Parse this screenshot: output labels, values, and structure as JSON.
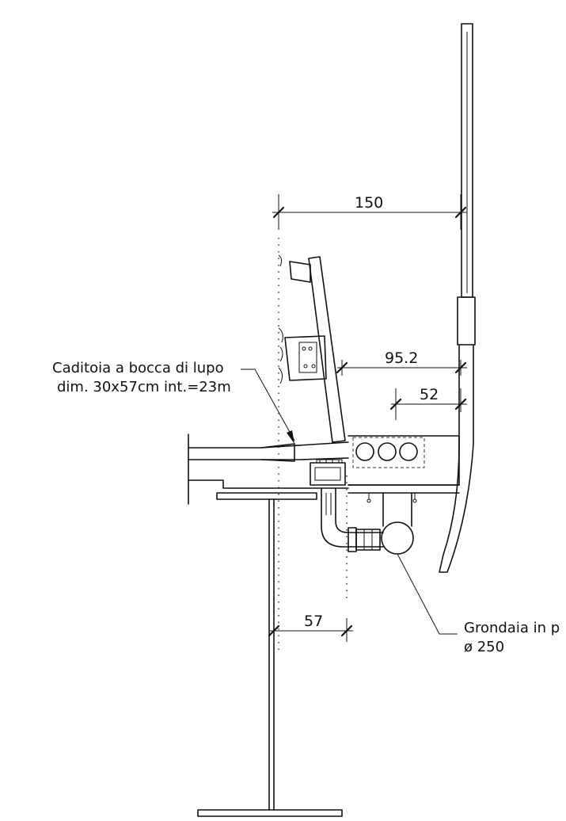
{
  "dimensions": {
    "top_width": "150",
    "guardrail_offset": "95.2",
    "kerb_width": "52",
    "pier_offset": "57"
  },
  "callouts": {
    "inlet_line1": "Caditoia a bocca di lupo",
    "inlet_line2": "dim. 30x57cm int.=23m",
    "gutter_line1": "Grondaia in p",
    "gutter_line2": "ø 250"
  }
}
